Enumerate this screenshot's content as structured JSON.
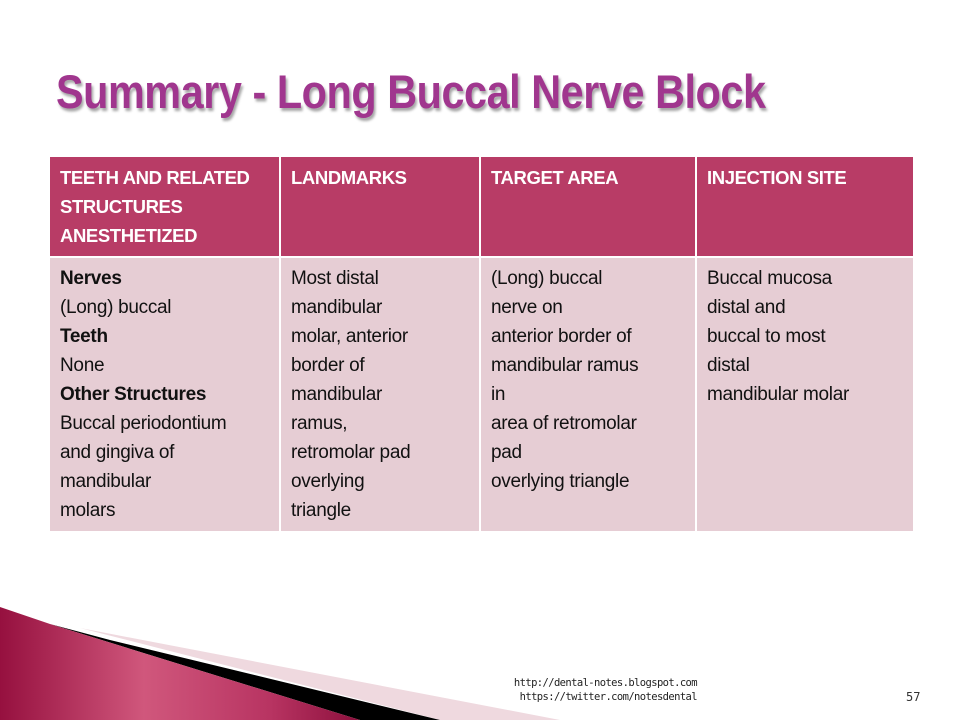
{
  "slide": {
    "title": "Summary - Long Buccal Nerve Block",
    "page_number": "57",
    "footer": {
      "blog_url": "http://dental-notes.blogspot.com",
      "twitter_url": "https://twitter.com/notesdental"
    },
    "colors": {
      "title": "#a0368e",
      "header_bg": "#b83c66",
      "body_bg": "#e6cdd4",
      "swoosh_magenta": "#9e1446",
      "swoosh_light": "#efd9df"
    }
  },
  "table": {
    "headers": [
      "TEETH AND RELATED STRUCTURES ANESTHETIZED",
      "LANDMARKS",
      "TARGET AREA",
      "INJECTION SITE"
    ],
    "row": {
      "anesthetized": [
        {
          "text": "Nerves",
          "bold": true
        },
        {
          "text": "(Long) buccal",
          "bold": false
        },
        {
          "text": "Teeth",
          "bold": true
        },
        {
          "text": "None",
          "bold": false
        },
        {
          "text": "Other Structures",
          "bold": true
        },
        {
          "text": "Buccal periodontium",
          "bold": false
        },
        {
          "text": "and gingiva of",
          "bold": false
        },
        {
          "text": "mandibular",
          "bold": false
        },
        {
          "text": "molars",
          "bold": false
        }
      ],
      "landmarks": [
        "Most distal",
        "mandibular",
        "molar, anterior",
        "border of",
        "mandibular",
        "ramus,",
        "retromolar pad",
        "overlying",
        "triangle"
      ],
      "target_area": [
        "(Long) buccal",
        "nerve on",
        "anterior border of",
        "mandibular ramus",
        "in",
        "area of retromolar",
        "pad",
        "overlying triangle"
      ],
      "injection_site": [
        "Buccal mucosa",
        "distal and",
        "buccal to most",
        "distal",
        "mandibular molar"
      ]
    }
  }
}
